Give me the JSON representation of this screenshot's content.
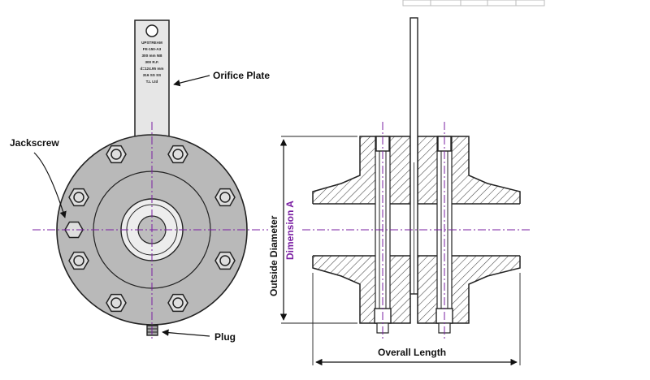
{
  "title": "",
  "labels": {
    "orifice_plate": "Orifice Plate",
    "jackscrew": "Jackscrew",
    "plug": "Plug",
    "outside_diameter": "Outside Diameter",
    "dimension_a": "Dimension A",
    "overall_length": "Overall Length"
  },
  "tag_plate_lines": [
    "UPSTREAM",
    "FE-150-A3",
    "300 mm NB",
    "300 R.F.",
    "d=124.95 mm",
    "316 SS SS",
    "T.L Ltd"
  ],
  "colors": {
    "flange_fill": "#b9b9b9",
    "centerline": "#7a1fa2",
    "dimension_a": "#7a1fa2",
    "outline": "#222222",
    "hatch": "#444444"
  }
}
